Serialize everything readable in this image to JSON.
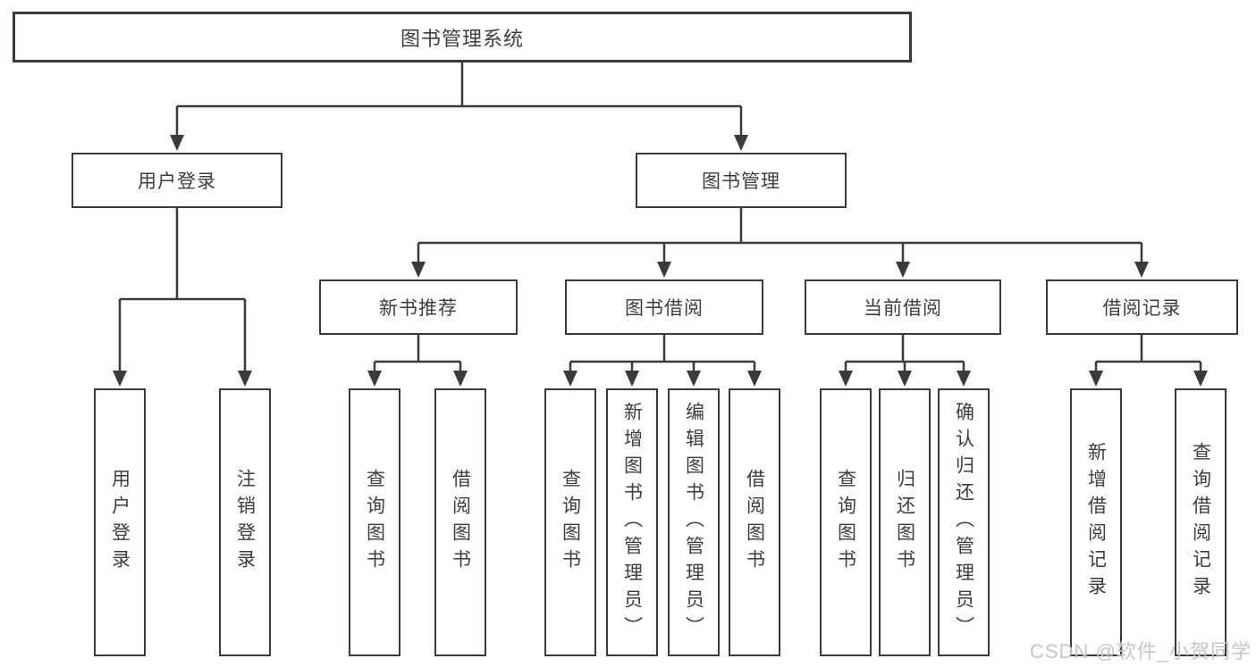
{
  "tree": {
    "root": {
      "label": "图书管理系统",
      "children": [
        {
          "label": "用户登录",
          "children": [
            {
              "label": "用户登录"
            },
            {
              "label": "注销登录"
            }
          ]
        },
        {
          "label": "图书管理",
          "children": [
            {
              "label": "新书推荐",
              "children": [
                {
                  "label": "查询图书"
                },
                {
                  "label": "借阅图书"
                }
              ]
            },
            {
              "label": "图书借阅",
              "children": [
                {
                  "label": "查询图书"
                },
                {
                  "label": "新增图书（管理员）"
                },
                {
                  "label": "编辑图书（管理员）"
                },
                {
                  "label": "借阅图书"
                }
              ]
            },
            {
              "label": "当前借阅",
              "children": [
                {
                  "label": "查询图书"
                },
                {
                  "label": "归还图书"
                },
                {
                  "label": "确认归还（管理员）"
                }
              ]
            },
            {
              "label": "借阅记录",
              "children": [
                {
                  "label": "新增借阅记录"
                },
                {
                  "label": "查询借阅记录"
                }
              ]
            }
          ]
        }
      ]
    }
  },
  "watermark": {
    "label": "CSDN @软件_小贺同学"
  },
  "colors": {
    "line": "#3a3a3a",
    "text": "#3d3d3d",
    "watermark": "#c6c6c6",
    "background": "#ffffff"
  }
}
